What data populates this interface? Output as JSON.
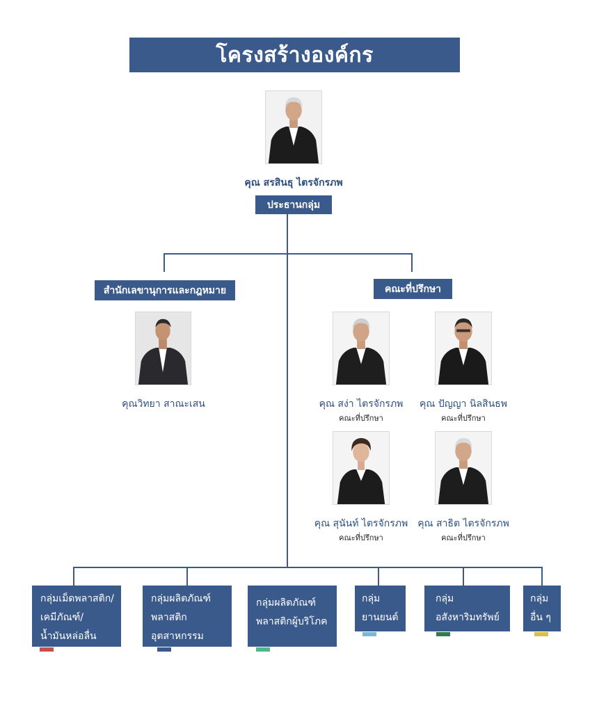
{
  "header": {
    "title": "โครงสร้างองค์กร"
  },
  "chairman": {
    "name": "คุณ สรสินธุ ไตรจักรภพ",
    "role": "ประธานกลุ่ม"
  },
  "secretariat": {
    "label": "สำนักเลขานุการและกฎหมาย",
    "person_name": "คุณวิทยา สาณะเสน"
  },
  "advisors": {
    "label": "คณะที่ปรึกษา",
    "members": [
      {
        "name": "คุณ สง่า ไตรจักรภพ",
        "role": "คณะที่ปรึกษา"
      },
      {
        "name": "คุณ ปัญญา นิลสินธพ",
        "role": "คณะที่ปรึกษา"
      },
      {
        "name": "คุณ สุนันท์ ไตรจักรภพ",
        "role": "คณะที่ปรึกษา"
      },
      {
        "name": "คุณ สาธิต ไตรจักรภพ",
        "role": "คณะที่ปรึกษา"
      }
    ]
  },
  "groups": [
    {
      "lines": [
        "กลุ่มเม็ดพลาสติก/",
        "เคมีภัณฑ์/",
        "น้ำมันหล่อลื่น"
      ],
      "accent": "#c9504a"
    },
    {
      "lines": [
        "กลุ่มผลิตภัณฑ์",
        "พลาสติก",
        "อุตสาหกรรม"
      ],
      "accent": "#3a5a8c"
    },
    {
      "lines": [
        "กลุ่มผลิตภัณฑ์",
        "พลาสติกผู้บริโภค"
      ],
      "accent": "#52b788"
    },
    {
      "lines": [
        "กลุ่ม",
        "ยานยนต์"
      ],
      "accent": "#7ab8d9"
    },
    {
      "lines": [
        "กลุ่ม",
        "อสังหาริมทรัพย์"
      ],
      "accent": "#2f7d4f"
    },
    {
      "lines": [
        "กลุ่ม",
        "อื่น ๆ"
      ],
      "accent": "#d9c04a"
    }
  ],
  "colors": {
    "primary": "#3a5a8c",
    "name_text": "#2e4e80"
  }
}
